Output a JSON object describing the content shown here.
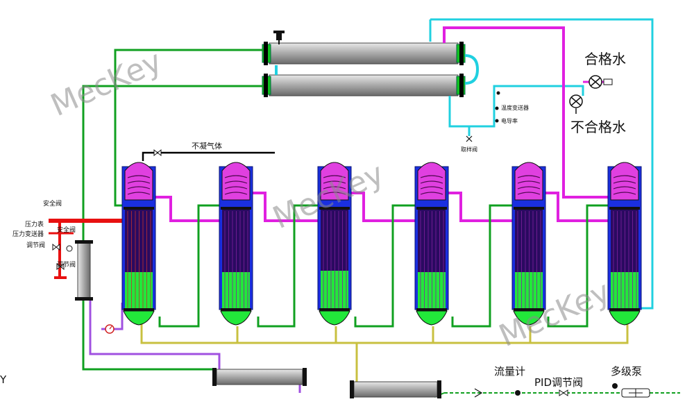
{
  "labels": {
    "qualified_water": "合格水",
    "unqualified_water": "不合格水",
    "noncondensable_gas": "不凝气体",
    "flowmeter": "流量计",
    "pid_valve": "PID调节阀",
    "multistage_pump": "多级泵",
    "safety_valve_1": "安全阀",
    "safety_valve_2": "安全阀",
    "pressure_gauge": "压力表",
    "pressure_transmitter": "压力变送器",
    "regulating_valve_1": "调节阀",
    "regulating_valve_2": "调节阀",
    "temp_transmitter": "温度变送器",
    "conductivity_meter": "电导率",
    "sampling_valve": "取样阀",
    "edge_char": "Y"
  },
  "watermark": "MecKey",
  "colors": {
    "column_blue": "#1a2fe0",
    "tube_dark": "#2a0a60",
    "liquid_green": "#22e83a",
    "head_magenta": "#e040e0",
    "steam_red": "#e81010",
    "pipe_green": "#10a020",
    "pipe_cyan": "#20d0e0",
    "pipe_magenta": "#e020e0",
    "pipe_purple": "#a050e0",
    "pipe_olive": "#c8c040",
    "condenser_gray": "#b8b8b8"
  },
  "columns_count": 6,
  "icons": [
    "valve-icon",
    "pump-icon",
    "gauge-icon",
    "check-valve-icon"
  ]
}
